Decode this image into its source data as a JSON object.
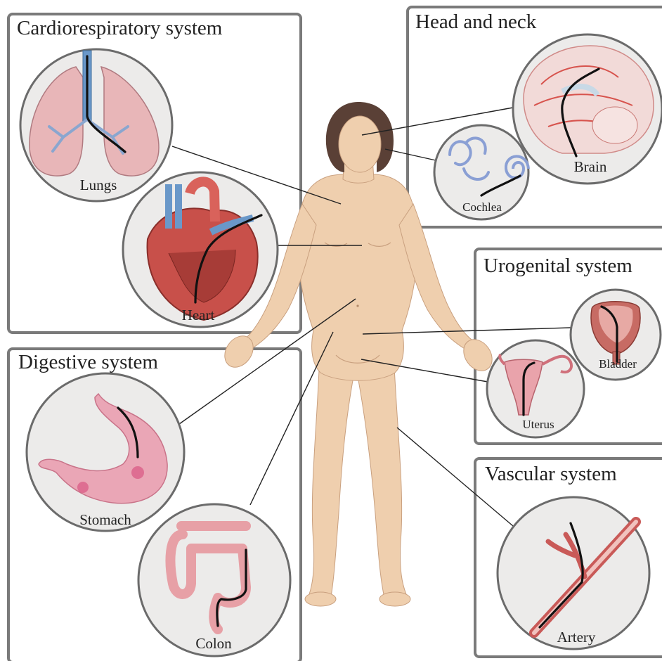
{
  "panels": {
    "cardio": "Cardiorespiratory system",
    "head": "Head and neck",
    "uro": "Urogenital system",
    "digestive": "Digestive system",
    "vascular": "Vascular system"
  },
  "organs": {
    "lungs": "Lungs",
    "heart": "Heart",
    "brain": "Brain",
    "cochlea": "Cochlea",
    "bladder": "Bladder",
    "uterus": "Uterus",
    "stomach": "Stomach",
    "colon": "Colon",
    "artery": "Artery"
  },
  "colors": {
    "skin": "#efcfae",
    "hair": "#5a4036",
    "panel_border": "#7a7a7a",
    "circle_bg": "#ecebea",
    "vein_blue": "#6a98c9",
    "artery_red": "#c8504a",
    "tissue_pink": "#e9a3ab",
    "catheter": "#111111"
  }
}
